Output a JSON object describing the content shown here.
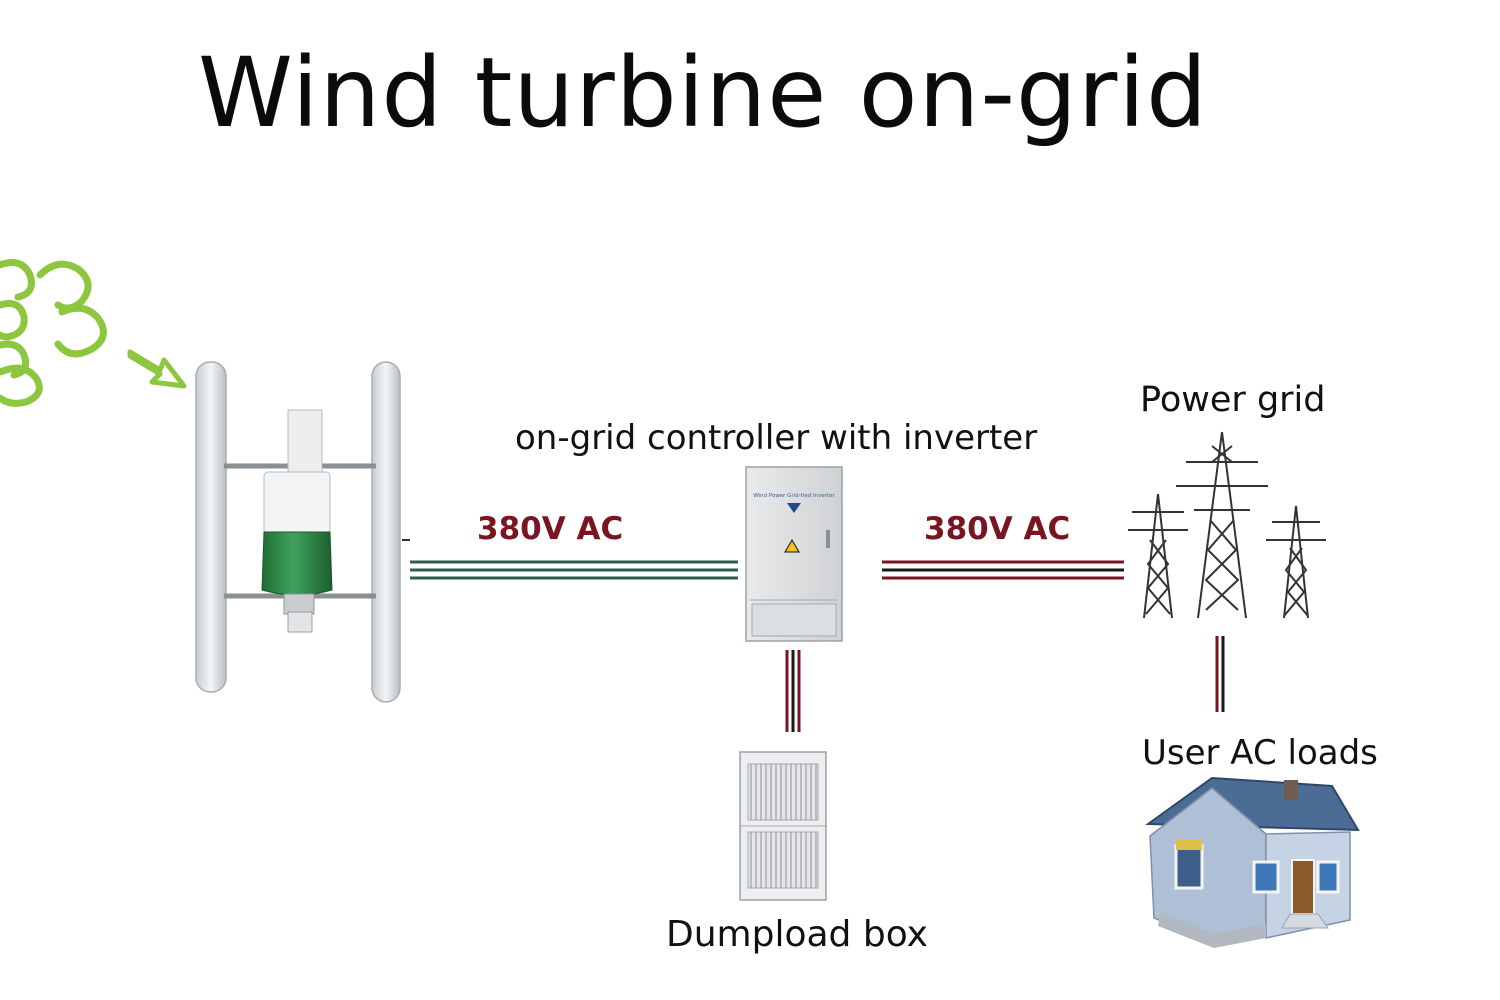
{
  "diagram": {
    "title": "Wind turbine on-grid",
    "labels": {
      "controller": "on-grid controller with inverter",
      "power_grid": "Power grid",
      "user_loads": "User AC loads",
      "dumpload": "Dumpload box",
      "voltage_left": "380V AC",
      "voltage_right": "380V AC"
    },
    "cabinet_caption": "Wind Power Grid-tied Inverter",
    "colors": {
      "wire_green": "#2e5b4c",
      "wire_red": "#7a1420",
      "wire_dark": "#1a1a1a",
      "voltage_text": "#7a1420",
      "wind_swirl": "#8dc63f",
      "turbine_green": "#2f8a45",
      "roof": "#4b6d95",
      "house_wall": "#aebfd6"
    },
    "icons": [
      "wind-swirl-icon",
      "wind-arrow-icon",
      "vertical-wind-turbine-icon",
      "inverter-cabinet-icon",
      "transmission-tower-icon",
      "dumpload-cabinet-icon",
      "house-icon"
    ]
  }
}
